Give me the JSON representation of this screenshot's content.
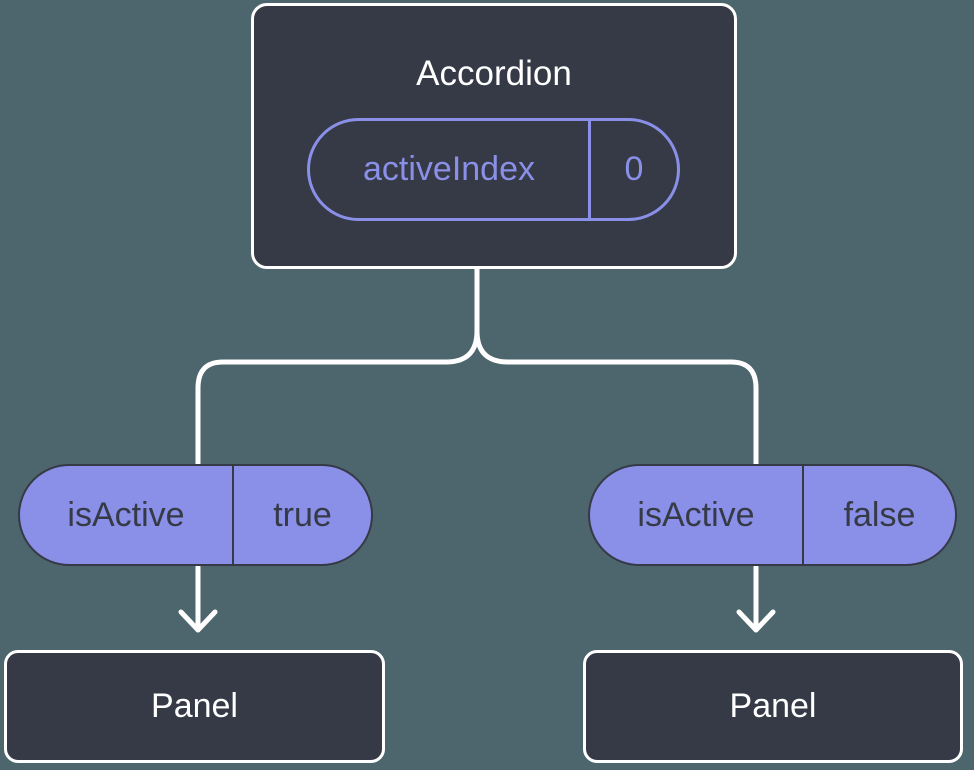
{
  "colors": {
    "background": "#4D656C",
    "node_fill": "#353A46",
    "node_border": "#FFFFFF",
    "accent_purple": "#8A8FE8",
    "prop_pill_fill": "#8A8FE8",
    "prop_pill_text": "#353A46",
    "connector": "#FFFFFF"
  },
  "tree": {
    "root": {
      "label": "Accordion",
      "state": {
        "name": "activeIndex",
        "value": "0"
      }
    },
    "branches": [
      {
        "prop": {
          "name": "isActive",
          "value": "true"
        },
        "node": {
          "label": "Panel"
        }
      },
      {
        "prop": {
          "name": "isActive",
          "value": "false"
        },
        "node": {
          "label": "Panel"
        }
      }
    ]
  }
}
